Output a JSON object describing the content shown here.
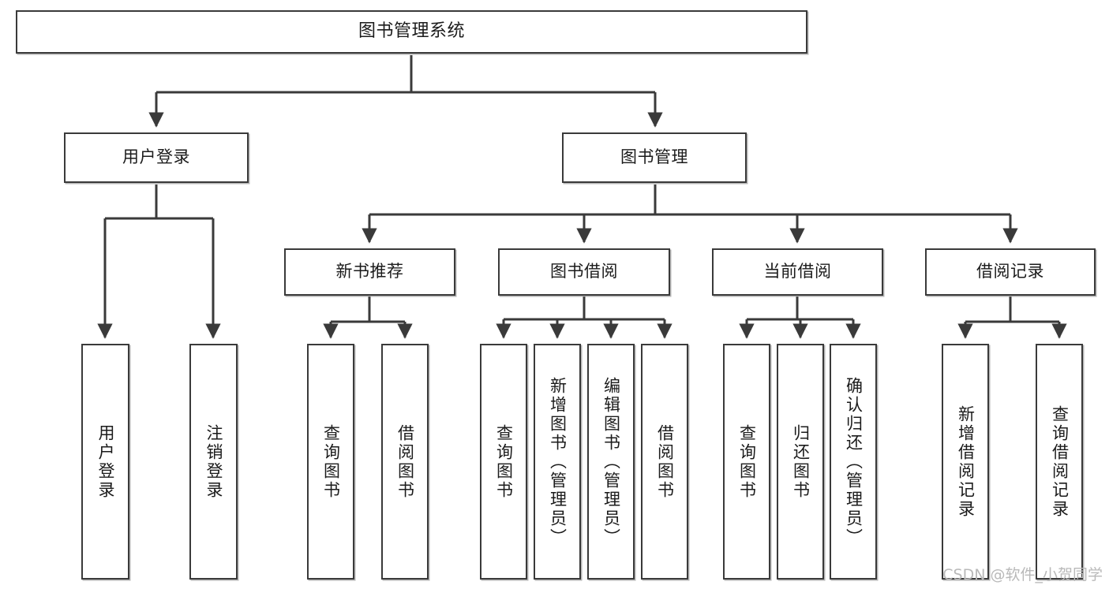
{
  "diagram": {
    "type": "tree-hierarchy-diagram",
    "title": "图书管理系统",
    "style": {
      "box_fill": "#ffffff",
      "box_stroke": "#3a3a3a",
      "line_color": "#3a3a3a",
      "text_color": "#1b1b1b",
      "background": "#ffffff",
      "watermark_color": "#b9b9b9"
    },
    "nodes": {
      "root": {
        "label": "图书管理系统"
      },
      "level2": [
        {
          "id": "user-login",
          "label": "用户登录"
        },
        {
          "id": "book-manage",
          "label": "图书管理"
        }
      ],
      "level3": [
        {
          "id": "new-book-recommend",
          "label": "新书推荐"
        },
        {
          "id": "book-borrow",
          "label": "图书借阅"
        },
        {
          "id": "current-borrow",
          "label": "当前借阅"
        },
        {
          "id": "borrow-record",
          "label": "借阅记录"
        }
      ],
      "leaves": {
        "user-login": [
          {
            "id": "leaf-user-login",
            "label": "用户登录"
          },
          {
            "id": "leaf-logout-login",
            "label": "注销登录"
          }
        ],
        "new-book-recommend": [
          {
            "id": "leaf-query-book-1",
            "label": "查询图书"
          },
          {
            "id": "leaf-borrow-book-1",
            "label": "借阅图书"
          }
        ],
        "book-borrow": [
          {
            "id": "leaf-query-book-2",
            "label": "查询图书"
          },
          {
            "id": "leaf-add-book",
            "label": "新增图书（管理员）"
          },
          {
            "id": "leaf-edit-book",
            "label": "编辑图书（管理员）"
          },
          {
            "id": "leaf-borrow-book-2",
            "label": "借阅图书"
          }
        ],
        "current-borrow": [
          {
            "id": "leaf-query-book-3",
            "label": "查询图书"
          },
          {
            "id": "leaf-return-book",
            "label": "归还图书"
          },
          {
            "id": "leaf-confirm-return",
            "label": "确认归还（管理员）"
          }
        ],
        "borrow-record": [
          {
            "id": "leaf-add-record",
            "label": "新增借阅记录"
          },
          {
            "id": "leaf-query-record",
            "label": "查询借阅记录"
          }
        ]
      }
    },
    "watermark": "CSDN @软件_小贺同学"
  }
}
